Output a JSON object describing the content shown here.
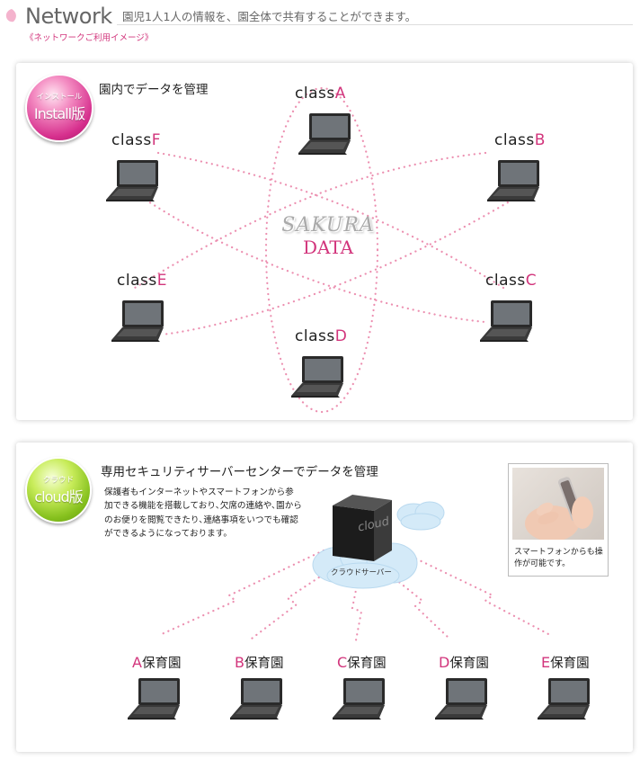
{
  "header": {
    "title": "Network",
    "description": "園児1人1人の情報を、園全体で共有することができます。",
    "subtitle": "《ネットワークご利用イメージ》"
  },
  "install": {
    "badge_small": "インストール",
    "badge_big": "Install版",
    "caption": "園内でデータを管理",
    "center_logo": "SAKURA",
    "center_data": "DATA",
    "classes": [
      {
        "prefix": "class",
        "letter": "A"
      },
      {
        "prefix": "class",
        "letter": "B"
      },
      {
        "prefix": "class",
        "letter": "C"
      },
      {
        "prefix": "class",
        "letter": "D"
      },
      {
        "prefix": "class",
        "letter": "E"
      },
      {
        "prefix": "class",
        "letter": "F"
      }
    ]
  },
  "cloud": {
    "badge_small": "クラウド",
    "badge_big": "cloud版",
    "caption": "専用セキュリティサーバーセンターでデータを管理",
    "description": "保護者もインターネットやスマートフォンから参加できる機能を搭載しており､欠席の連絡や､園からのお便りを閲覧できたり､連絡事項をいつでも確認ができるようになっております。",
    "server_text": "cloud",
    "server_label": "クラウドサーバー",
    "phone_caption": "スマートフォンからも操作が可能です。",
    "nurseries": [
      {
        "letter": "A",
        "suffix": "保育園"
      },
      {
        "letter": "B",
        "suffix": "保育園"
      },
      {
        "letter": "C",
        "suffix": "保育園"
      },
      {
        "letter": "D",
        "suffix": "保育園"
      },
      {
        "letter": "E",
        "suffix": "保育園"
      }
    ]
  },
  "colors": {
    "accent": "#d2357c",
    "dotted_line": "#ec8fb0",
    "install_badge": "#d62f8d",
    "cloud_badge": "#85c01d",
    "cloud_fill": "#d4eaf8"
  },
  "icons": [
    "sakura-petal-icon",
    "laptop-icon",
    "server-icon",
    "cloud-icon",
    "smartphone-photo"
  ]
}
